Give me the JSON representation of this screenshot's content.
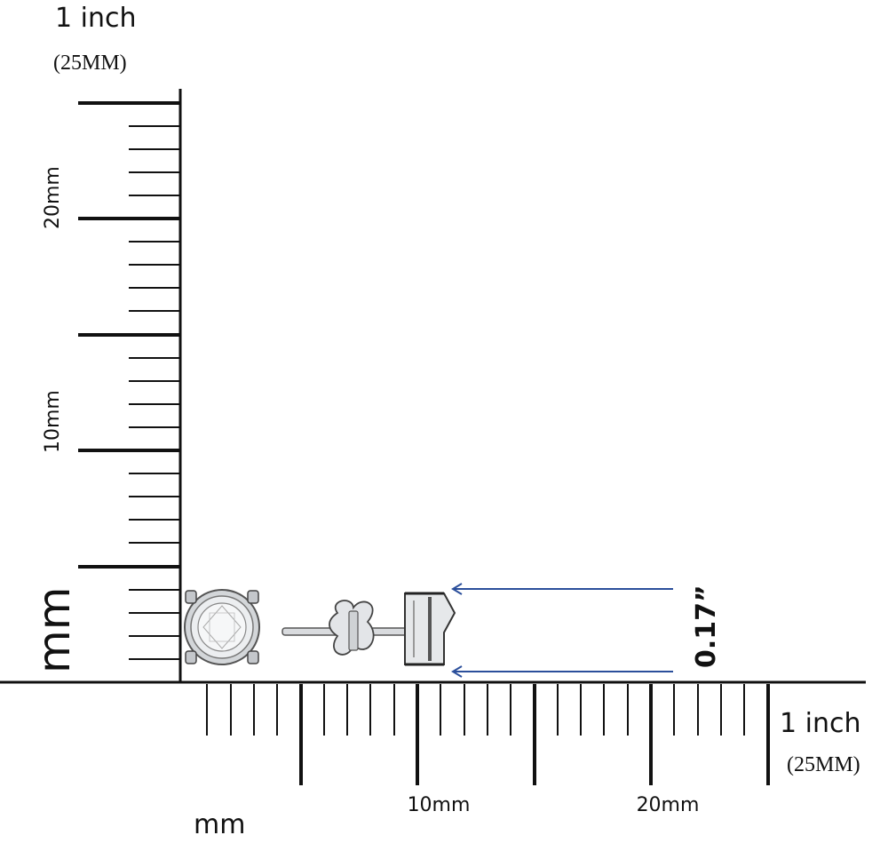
{
  "vertical_ruler": {
    "inch_label": "1 inch",
    "mm_equiv": "(25MM)",
    "mark_20": "20mm",
    "mark_10": "10mm",
    "unit": "mm"
  },
  "horizontal_ruler": {
    "inch_label": "1 inch",
    "mm_equiv": "(25MM)",
    "mark_10": "10mm",
    "mark_20": "20mm",
    "unit": "mm"
  },
  "measurement": {
    "label": "0.17”",
    "arrow_color": "#2b4f9b"
  },
  "product": {
    "name": "round stud earring",
    "metal_color": "#c9ccd0",
    "stone_color": "#f2f3f5"
  }
}
